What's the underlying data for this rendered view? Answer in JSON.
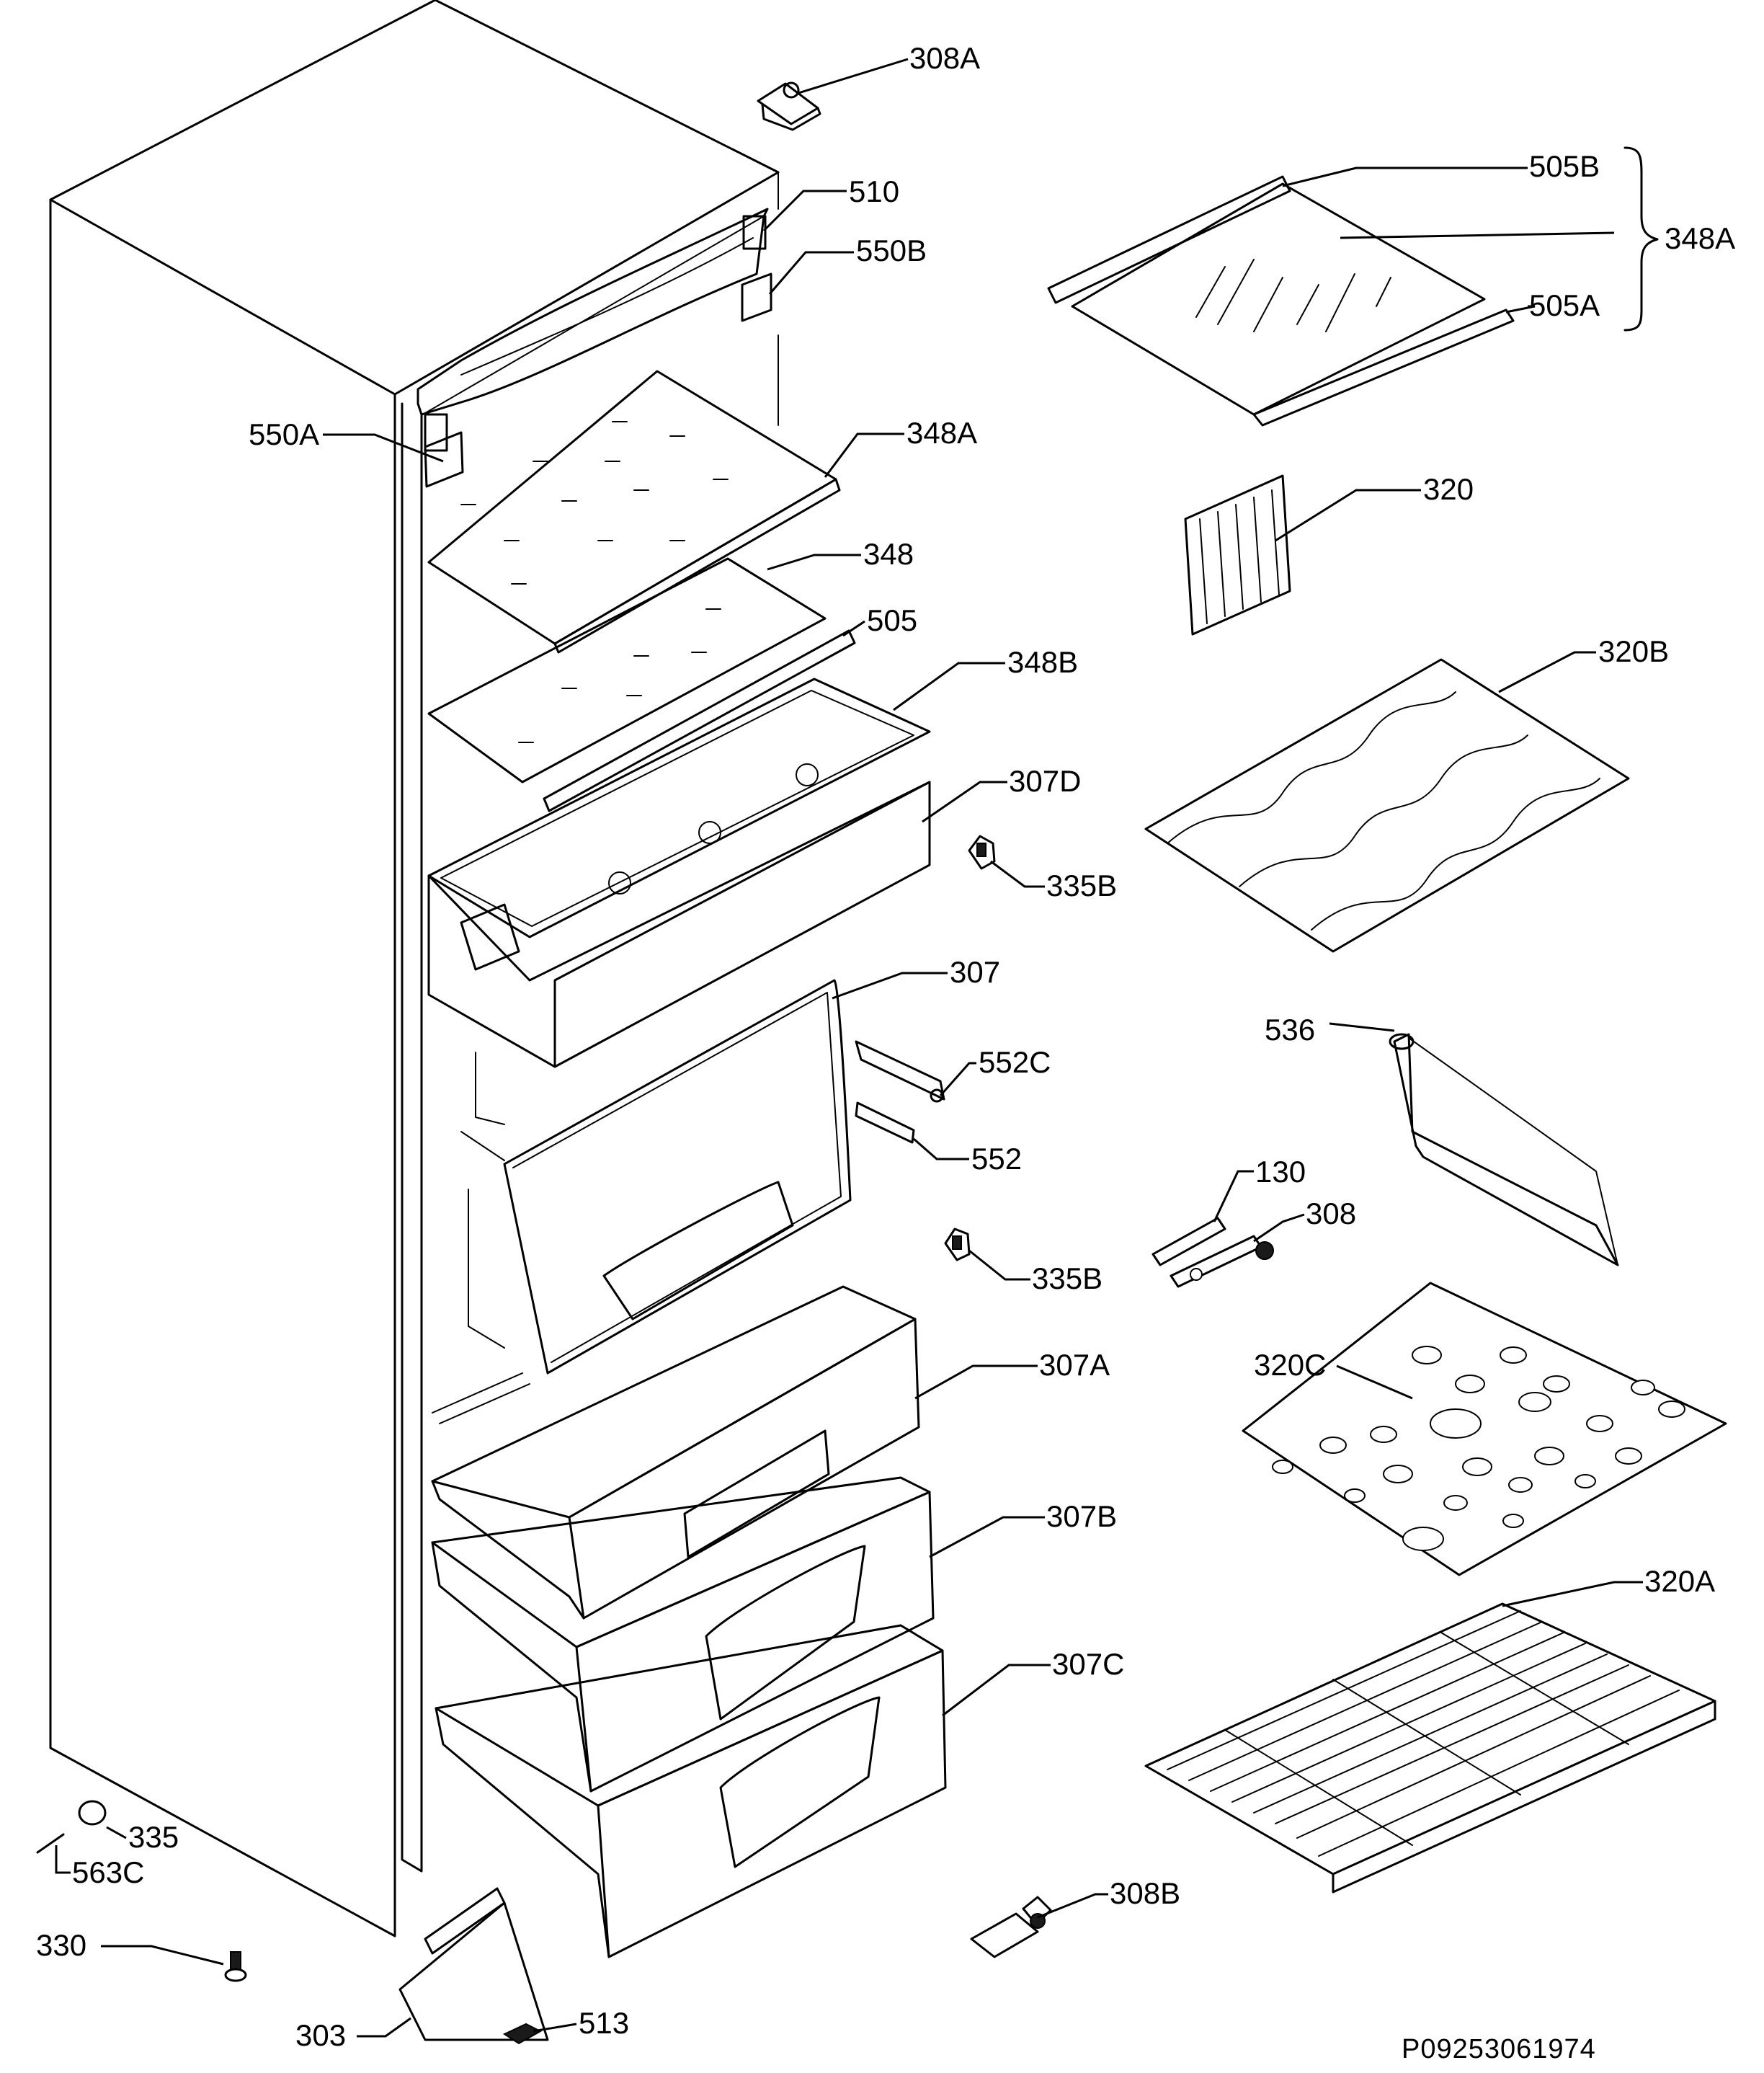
{
  "diagram_code": "P09253061974",
  "callouts": {
    "c308a": "308A",
    "c510": "510",
    "c550b": "550B",
    "c505b": "505B",
    "c348a_bracket": "348A",
    "c505a": "505A",
    "c550a": "550A",
    "c348a": "348A",
    "c320": "320",
    "c348": "348",
    "c505": "505",
    "c348b": "348B",
    "c320b": "320B",
    "c307d": "307D",
    "c335b_top": "335B",
    "c307": "307",
    "c552c": "552C",
    "c536": "536",
    "c552": "552",
    "c130": "130",
    "c308": "308",
    "c335b_mid": "335B",
    "c320c": "320C",
    "c307a": "307A",
    "c307b": "307B",
    "c320a": "320A",
    "c307c": "307C",
    "c335": "335",
    "c563c": "563C",
    "c308b": "308B",
    "c330": "330",
    "c513": "513",
    "c303": "303"
  }
}
